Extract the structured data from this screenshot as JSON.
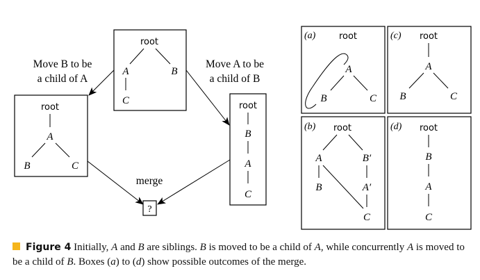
{
  "left_diagram": {
    "initial_tree": {
      "root": "root",
      "a": "A",
      "b": "B",
      "c": "C"
    },
    "left_arrow_label": {
      "line1": "Move B to be",
      "line2": "a child of A"
    },
    "right_arrow_label": {
      "line1": "Move A to be",
      "line2": "a child of B"
    },
    "left_tree": {
      "root": "root",
      "a": "A",
      "b": "B",
      "c": "C"
    },
    "right_chain": {
      "root": "root",
      "b": "B",
      "a": "A",
      "c": "C"
    },
    "merge_label": "merge",
    "merge_result": "?"
  },
  "outcomes": {
    "a": {
      "tag": "(a)",
      "root": "root",
      "a": "A",
      "b": "B",
      "c": "C"
    },
    "b": {
      "tag": "(b)",
      "root": "root",
      "a": "A",
      "b": "B",
      "b_prime": "B′",
      "a_prime": "A′",
      "c": "C"
    },
    "c": {
      "tag": "(c)",
      "root": "root",
      "a": "A",
      "b": "B",
      "c": "C"
    },
    "d": {
      "tag": "(d)",
      "root": "root",
      "b": "B",
      "a": "A",
      "c": "C"
    }
  },
  "caption": {
    "label": "Figure 4",
    "text": "Initially, A and B are siblings. B is moved to be a child of A, while concurrently A is moved to be a child of B. Boxes (a) to (d) show possible outcomes of the merge."
  }
}
